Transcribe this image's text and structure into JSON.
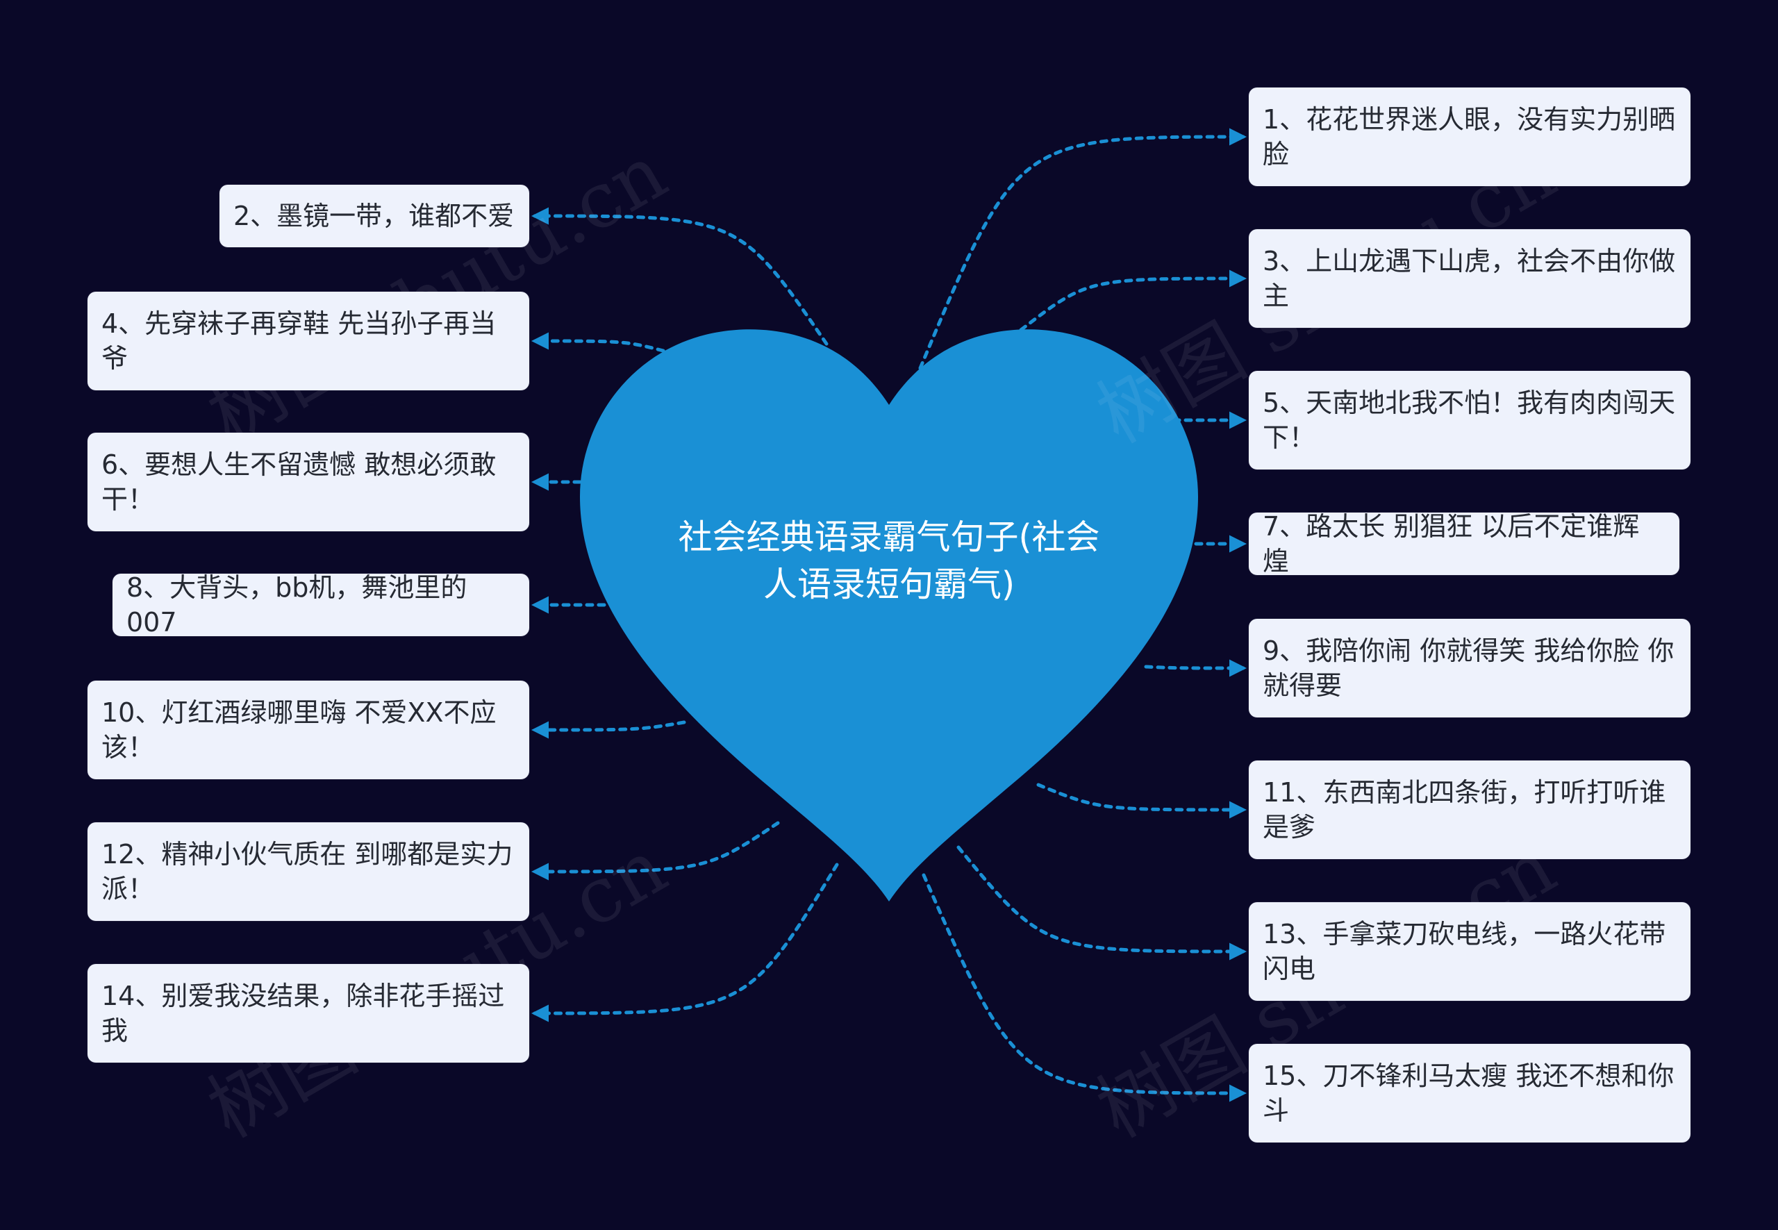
{
  "diagram": {
    "title": "社会经典语录霸气句子(社会人语录短句霸气)",
    "heart_color": "#1a90d5",
    "line_color": "#1a90d5",
    "background_color": "#0a0828",
    "node_color": "#eef2fc",
    "items": [
      {
        "n": 1,
        "text": "1、花花世界迷人眼，没有实力别晒脸"
      },
      {
        "n": 2,
        "text": "2、墨镜一带，谁都不爱"
      },
      {
        "n": 3,
        "text": "3、上山龙遇下山虎，社会不由你做主"
      },
      {
        "n": 4,
        "text": "4、先穿袜子再穿鞋 先当孙子再当爷"
      },
      {
        "n": 5,
        "text": "5、天南地北我不怕！我有肉肉闯天下！"
      },
      {
        "n": 6,
        "text": "6、要想人生不留遗憾 敢想必须敢干！"
      },
      {
        "n": 7,
        "text": "7、路太长 别猖狂 以后不定谁辉煌"
      },
      {
        "n": 8,
        "text": "8、大背头，bb机，舞池里的007"
      },
      {
        "n": 9,
        "text": "9、我陪你闹 你就得笑 我给你脸 你就得要"
      },
      {
        "n": 10,
        "text": "10、灯红酒绿哪里嗨 不爱XX不应该！"
      },
      {
        "n": 11,
        "text": "11、东西南北四条街，打听打听谁是爹"
      },
      {
        "n": 12,
        "text": "12、精神小伙气质在 到哪都是实力派！"
      },
      {
        "n": 13,
        "text": "13、手拿菜刀砍电线，一路火花带闪电"
      },
      {
        "n": 14,
        "text": "14、别爱我没结果，除非花手摇过我"
      },
      {
        "n": 15,
        "text": "15、刀不锋利马太瘦 我还不想和你斗"
      }
    ]
  },
  "watermark": {
    "text": "树图 shutu.cn"
  }
}
